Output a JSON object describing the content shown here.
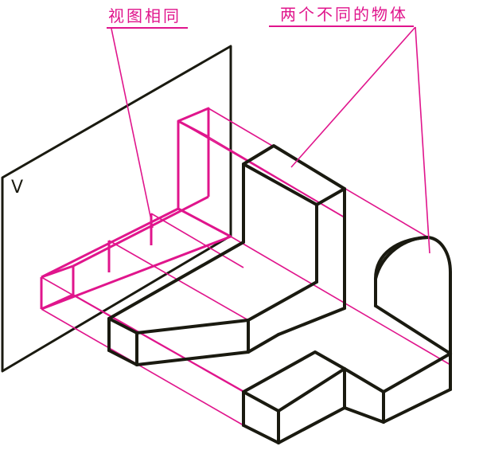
{
  "labels": {
    "same_view": "视图相同",
    "two_objects": "两个不同的物体",
    "plane": "V"
  },
  "colors": {
    "object_outline": "#1a1a10",
    "projection": "#e0158c",
    "background": "#ffffff"
  }
}
